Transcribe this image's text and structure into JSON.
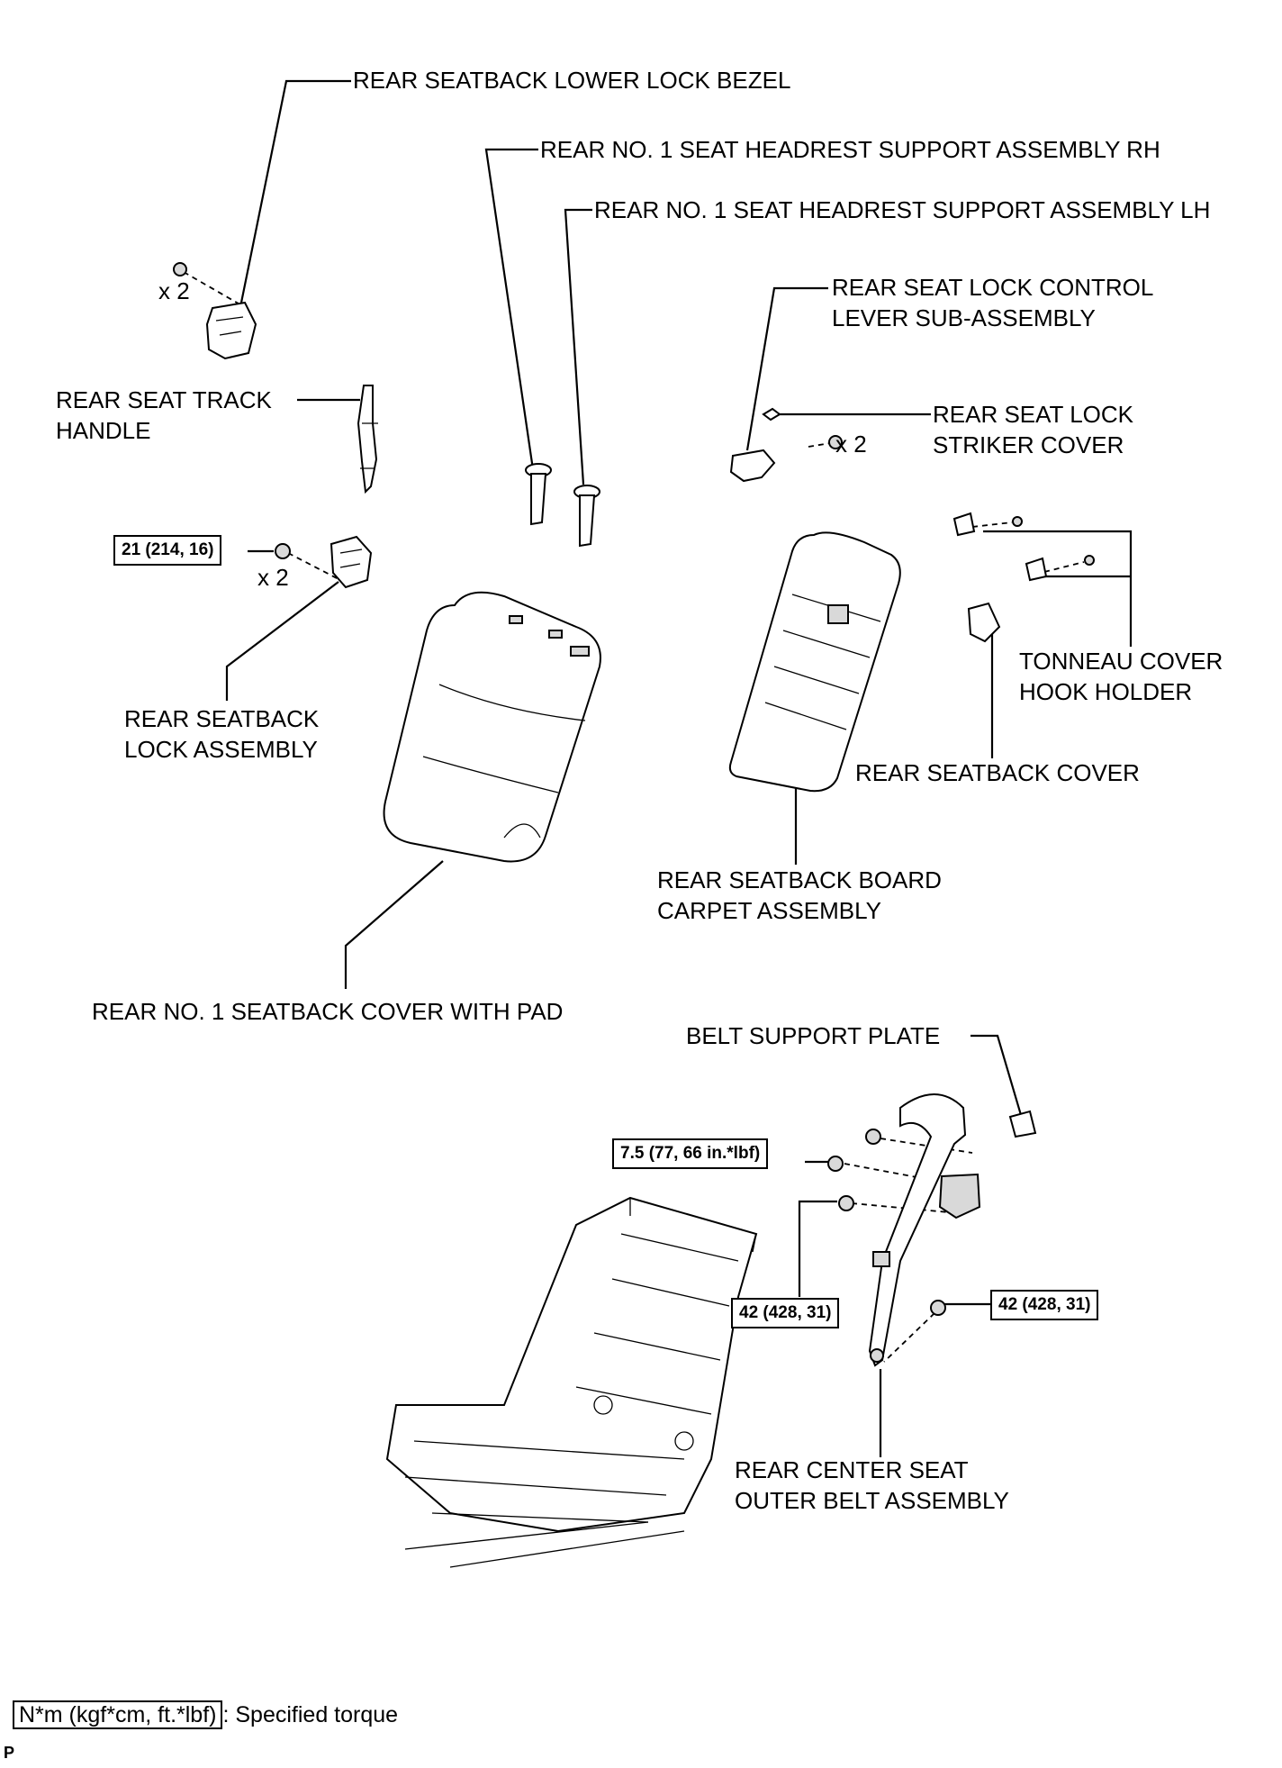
{
  "labels": {
    "lower_lock_bezel": "REAR SEATBACK LOWER LOCK BEZEL",
    "headrest_support_rh": "REAR NO. 1 SEAT HEADREST SUPPORT ASSEMBLY RH",
    "headrest_support_lh": "REAR NO. 1 SEAT HEADREST SUPPORT ASSEMBLY LH",
    "lock_control_lever": "REAR SEAT LOCK CONTROL\nLEVER SUB-ASSEMBLY",
    "seat_track_handle": "REAR SEAT TRACK\nHANDLE",
    "lock_striker_cover": "REAR SEAT LOCK\nSTRIKER COVER",
    "seatback_lock_assembly": "REAR SEATBACK\nLOCK ASSEMBLY",
    "tonneau_hook_holder": "TONNEAU COVER\nHOOK HOLDER",
    "seatback_cover": "REAR SEATBACK COVER",
    "board_carpet": "REAR SEATBACK BOARD\nCARPET ASSEMBLY",
    "seatback_cover_pad": "REAR NO. 1 SEATBACK COVER WITH PAD",
    "belt_support_plate": "BELT SUPPORT PLATE",
    "outer_belt": "REAR CENTER SEAT\nOUTER BELT ASSEMBLY"
  },
  "quantities": {
    "bezel_screws": "x 2",
    "lock_bolts": "x 2",
    "lever_screws": "x 2"
  },
  "torques": {
    "lock_bolt": "21 (214, 16)",
    "belt_bolt_upper": "7.5 (77, 66 in.*lbf)",
    "belt_nut": "42 (428, 31)",
    "belt_bolt_lower": "42 (428, 31)"
  },
  "legend": {
    "box": "N*m (kgf*cm, ft.*lbf)",
    "text": ": Specified torque"
  },
  "corner_mark": "P"
}
